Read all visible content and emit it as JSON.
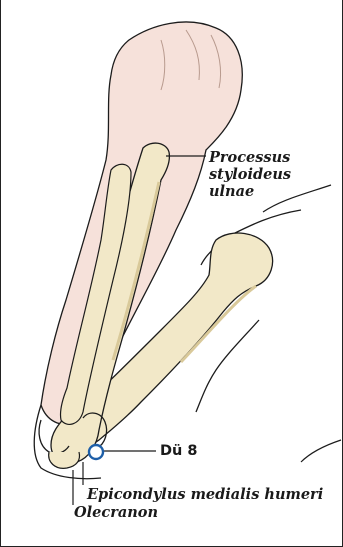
{
  "labels": {
    "processus_line1": "Processus",
    "processus_line2": "styloideus",
    "processus_line3": "ulnae",
    "point": "Dü 8",
    "epicondylus": "Epicondylus medialis humeri",
    "olecranon": "Olecranon"
  },
  "colors": {
    "skin": "#f6e1da",
    "bone": "#f2e8c8",
    "bone_shadow": "#d9c99a",
    "outline": "#1c1c1c",
    "acupoint_fill": "#ffffff",
    "acupoint_ring": "#1e5fa8"
  },
  "icons": {
    "acupoint": "circle-marker-icon"
  }
}
